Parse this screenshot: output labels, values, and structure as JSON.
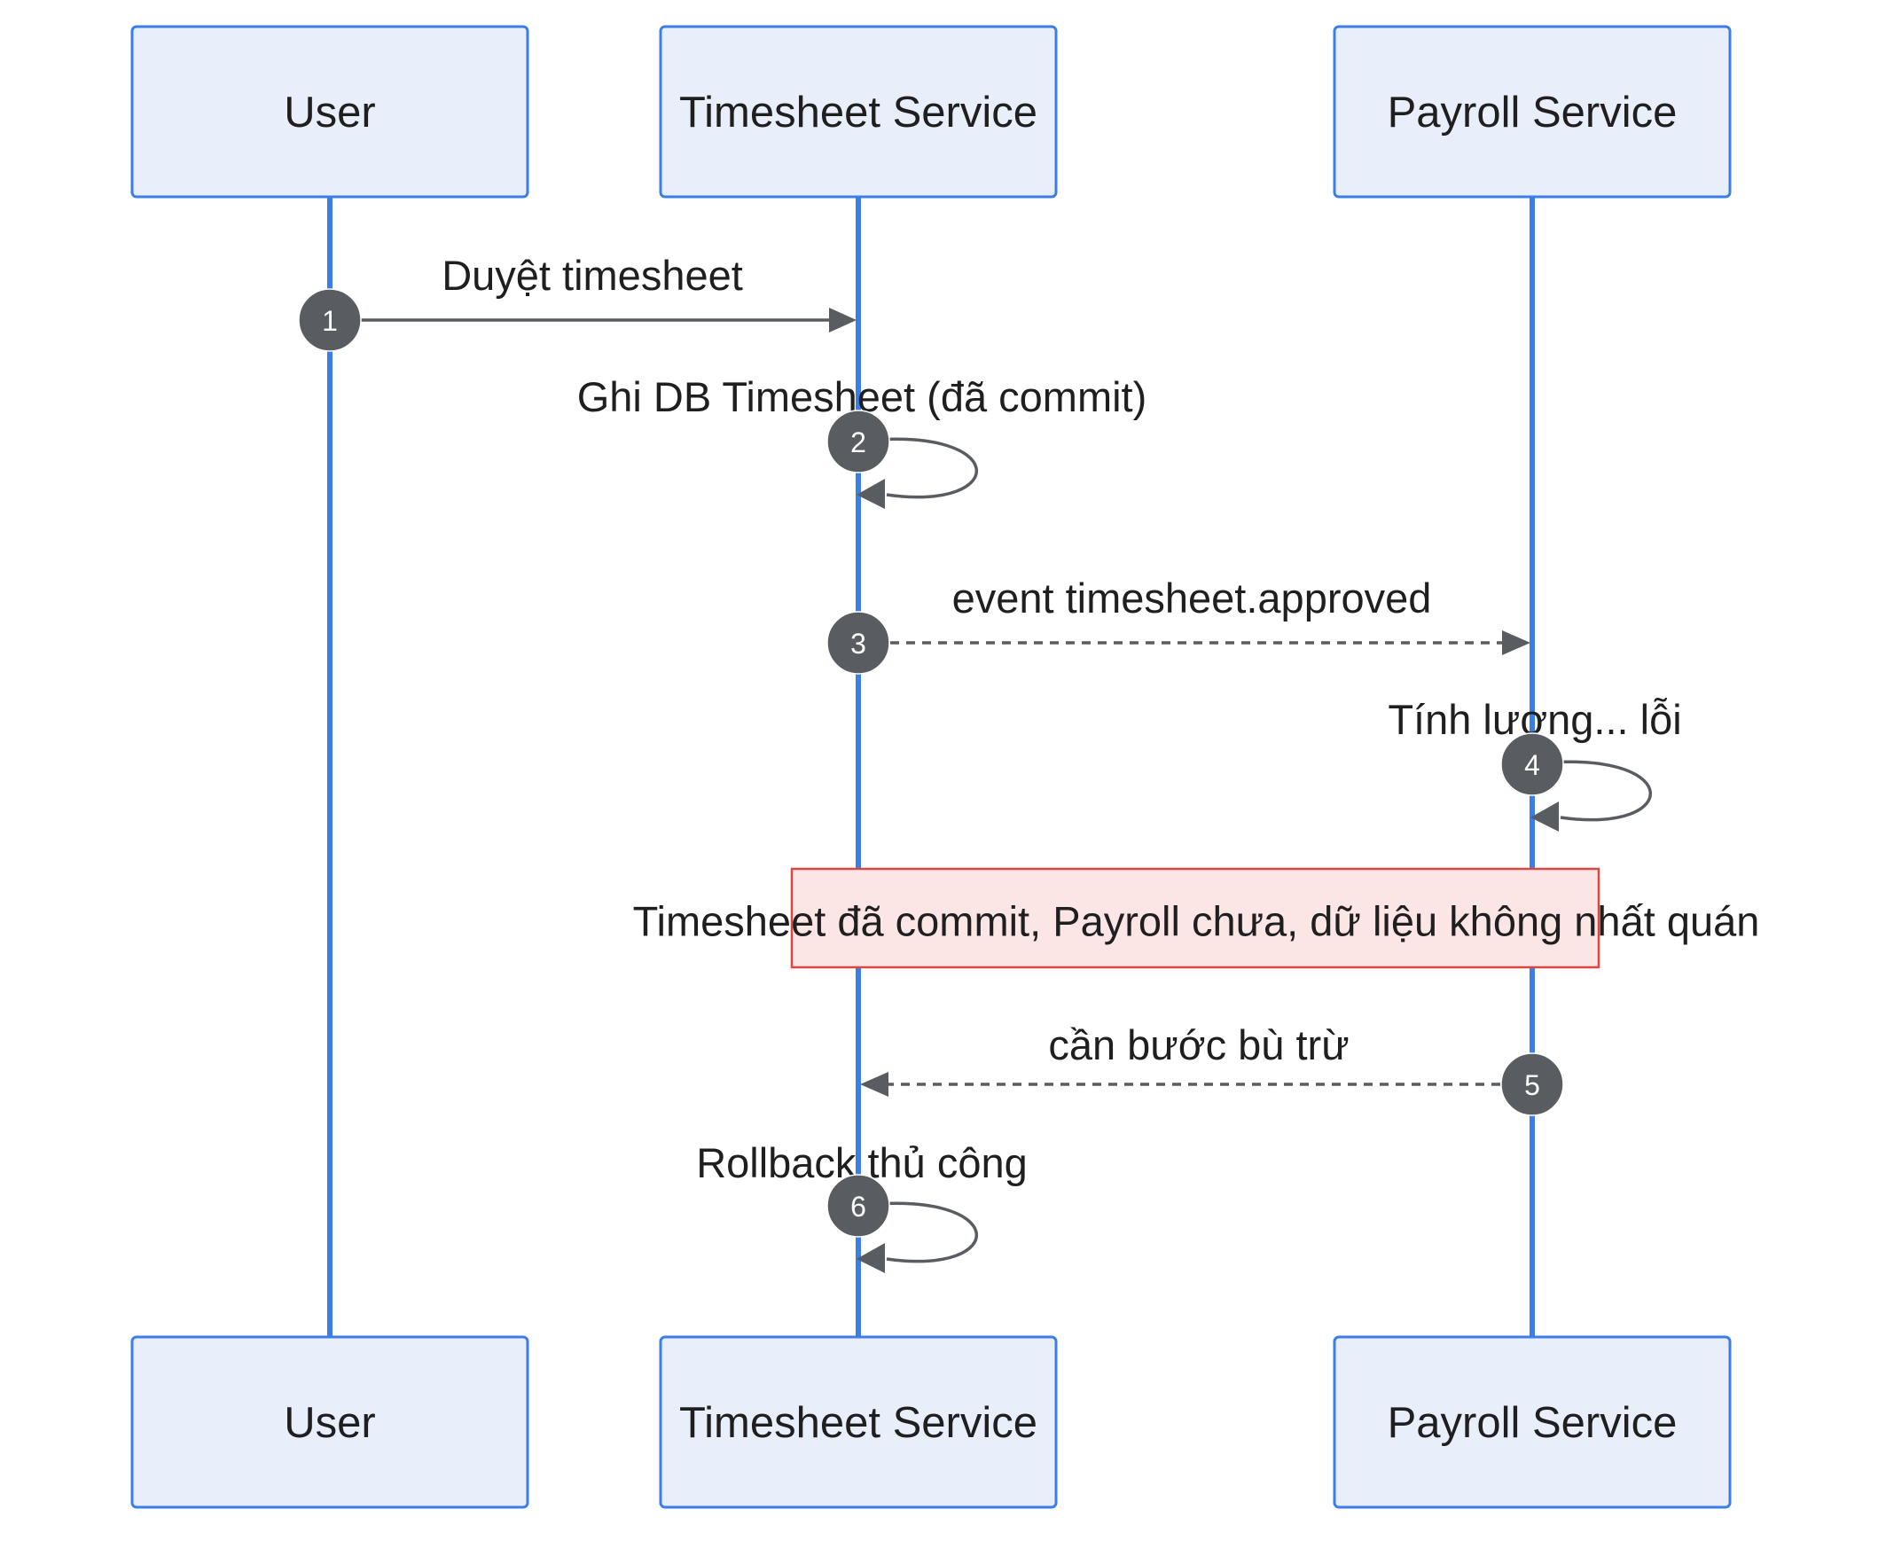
{
  "participants": [
    {
      "label": "User"
    },
    {
      "label": "Timesheet Service"
    },
    {
      "label": "Payroll Service"
    }
  ],
  "messages": [
    {
      "number": "1",
      "text": "Duyệt timesheet"
    },
    {
      "number": "2",
      "text": "Ghi DB Timesheet (đã commit)"
    },
    {
      "number": "3",
      "text": "event timesheet.approved"
    },
    {
      "number": "4",
      "text": "Tính lương... lỗi"
    },
    {
      "number": "5",
      "text": "cần bước bù trừ"
    },
    {
      "number": "6",
      "text": "Rollback thủ công"
    }
  ],
  "note": {
    "text": "Timesheet đã commit, Payroll chưa, dữ liệu không nhất quán"
  },
  "colors": {
    "actor_fill": "#e8effb",
    "actor_border": "#3b7ee8",
    "lifeline": "#3b7ee8",
    "message": "#595c61",
    "note_fill": "#fce5e5",
    "note_border": "#d94742"
  }
}
